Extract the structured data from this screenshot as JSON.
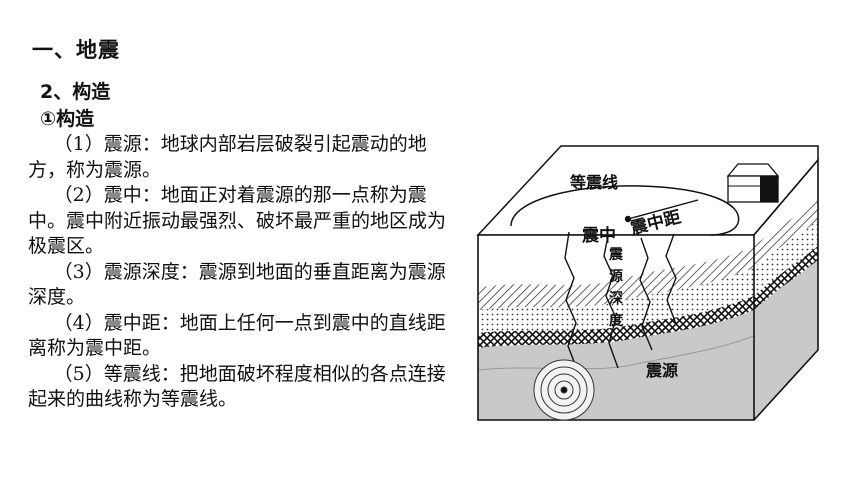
{
  "heading": "一、地震",
  "section": "2、构造",
  "subsection": "①构造",
  "paragraphs": [
    "（1）震源：地球内部岩层破裂引起震动的地方，称为震源。",
    "（2）震中：地面正对着震源的那一点称为震中。震中附近振动最强烈、破坏最严重的地区成为极震区。",
    "（3）震源深度：震源到地面的垂直距离为震源深度。",
    "（4）震中距：地面上任何一点到震中的直线距离称为震中距。",
    "（5）等震线：把地面破坏程度相似的各点连接起来的曲线称为等震线。"
  ],
  "diagram": {
    "labels": {
      "isoseismal": "等震线",
      "epicenter": "震中",
      "epicentral_distance": "震中距",
      "focal_depth": [
        "震",
        "源",
        "深",
        "度"
      ],
      "focus": "震源"
    },
    "icons": [
      "house-icon"
    ]
  }
}
